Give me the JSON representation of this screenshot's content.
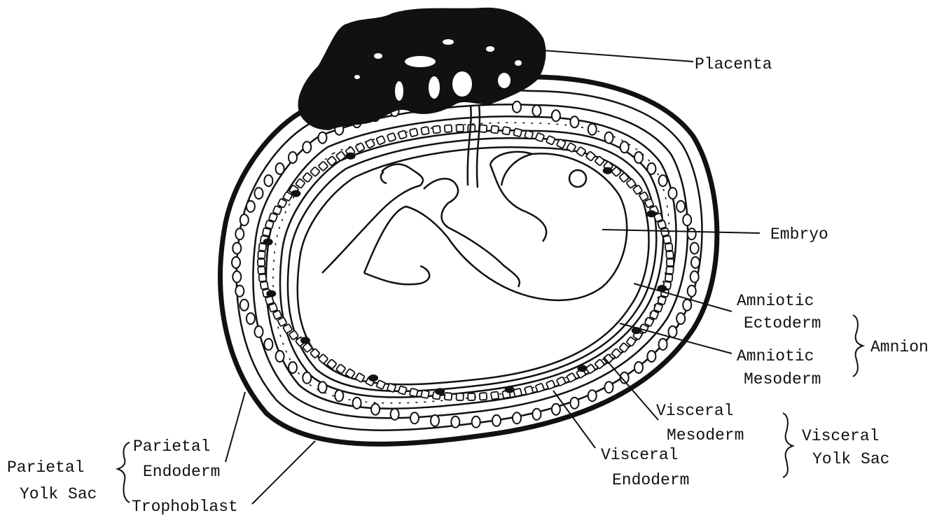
{
  "labels": {
    "placenta": "Placenta",
    "embryo": "Embryo",
    "amniotic_ectoderm_1": "Amniotic",
    "amniotic_ectoderm_2": "Ectoderm",
    "amniotic_mesoderm_1": "Amniotic",
    "amniotic_mesoderm_2": "Mesoderm",
    "amnion": "Amnion",
    "visceral_mesoderm_1": "Visceral",
    "visceral_mesoderm_2": "Mesoderm",
    "visceral_yolk_sac_1": "Visceral",
    "visceral_yolk_sac_2": "Yolk Sac",
    "visceral_endoderm_1": "Visceral",
    "visceral_endoderm_2": "Endoderm",
    "parietal_endoderm_1": "Parietal",
    "parietal_endoderm_2": "Endoderm",
    "parietal_yolk_sac_1": "Parietal",
    "parietal_yolk_sac_2": "Yolk Sac",
    "trophoblast": "Trophoblast"
  },
  "colors": {
    "ink": "#111111",
    "paper": "#ffffff"
  }
}
